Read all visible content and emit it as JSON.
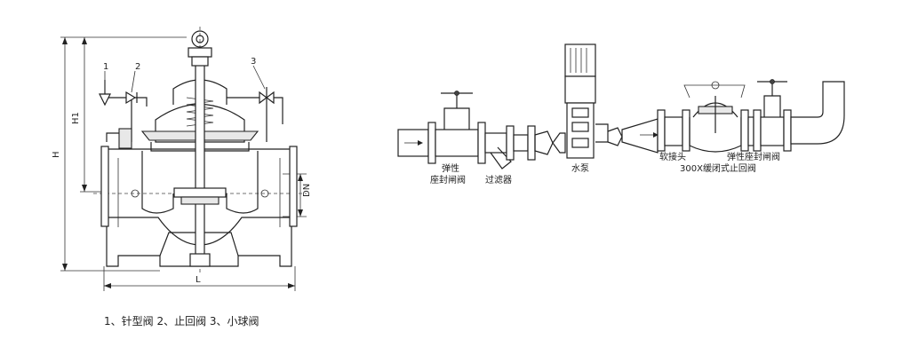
{
  "left_drawing": {
    "callouts": [
      "1",
      "2",
      "3"
    ],
    "dimensions": {
      "height": "H",
      "height_upper": "H1",
      "nominal_diameter": "DN",
      "length": "L"
    },
    "caption": "1、针型阀 2、止回阀 3、小球阀"
  },
  "right_drawing": {
    "labels": {
      "gate_valve_left_line1": "弹性",
      "gate_valve_left_line2": "座封闸阀",
      "strainer": "过滤器",
      "pump": "水泵",
      "flex_joint": "软接头",
      "check_valve": "300X缓闭式止回阀",
      "gate_valve_right": "弹性座封闸阀"
    }
  }
}
